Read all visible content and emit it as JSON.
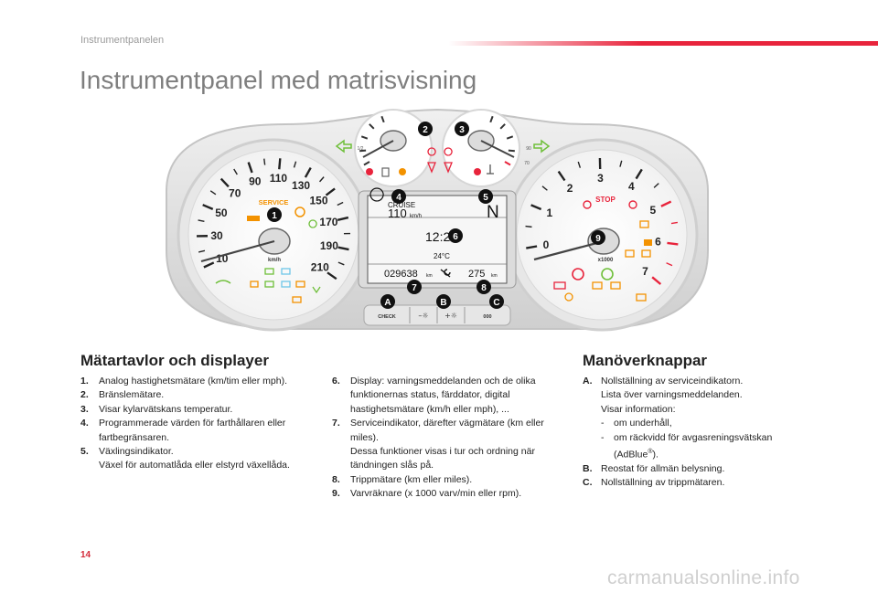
{
  "running_head": "Instrumentpanelen",
  "title": "Instrumentpanel med matrisvisning",
  "cluster": {
    "speed_ticks": [
      "10",
      "30",
      "50",
      "70",
      "90",
      "110",
      "130",
      "150",
      "170",
      "190",
      "210"
    ],
    "speed_unit": "km/h",
    "service_label": "SERVICE",
    "rpm_ticks": [
      "0",
      "1",
      "2",
      "3",
      "4",
      "5",
      "6",
      "7"
    ],
    "rpm_unit": "x1000",
    "stop_label": "STOP",
    "fuel_marks": [
      "0",
      "1/2"
    ],
    "temp_marks": [
      "90",
      "70"
    ],
    "display": {
      "cruise_label": "CRUISE",
      "cruise_value": "110",
      "cruise_unit": "km/h",
      "gear": "N",
      "time": "12:25",
      "temperature": "24°C",
      "odometer": "029638",
      "odometer_unit": "km",
      "service_distance": "275",
      "service_unit": "km"
    },
    "buttons": {
      "check": "CHECK",
      "minus": "–☼",
      "plus": "+☼",
      "reset": "000"
    },
    "callouts": [
      "1",
      "2",
      "3",
      "4",
      "5",
      "6",
      "7",
      "8",
      "9",
      "A",
      "B",
      "C"
    ]
  },
  "section_left": {
    "heading": "Mätartavlor och displayer",
    "items": [
      {
        "num": "1.",
        "text": "Analog hastighetsmätare (km/tim eller mph)."
      },
      {
        "num": "2.",
        "text": "Bränslemätare."
      },
      {
        "num": "3.",
        "text": "Visar kylarvätskans temperatur."
      },
      {
        "num": "4.",
        "text": "Programmerade värden för farthållaren eller fartbegränsaren."
      },
      {
        "num": "5.",
        "text": "Växlingsindikator.",
        "extra": "Växel för automatlåda eller elstyrd växellåda."
      }
    ]
  },
  "section_mid": {
    "items": [
      {
        "num": "6.",
        "text": "Display: varningsmeddelanden och de olika funktionernas status, färddator, digital hastighetsmätare (km/h eller mph), ..."
      },
      {
        "num": "7.",
        "text": "Serviceindikator, därefter vägmätare (km eller miles).",
        "extra": "Dessa funktioner visas i tur och ordning när tändningen slås på."
      },
      {
        "num": "8.",
        "text": "Trippmätare (km eller miles)."
      },
      {
        "num": "9.",
        "text": "Varvräknare (x 1000 varv/min eller rpm)."
      }
    ]
  },
  "section_right": {
    "heading": "Manöverknappar",
    "item_a_num": "A.",
    "item_a_line1": "Nollställning av serviceindikatorn.",
    "item_a_line2": "Lista över varningsmeddelanden.",
    "item_a_line3": "Visar information:",
    "item_a_sub1": "om underhåll,",
    "item_a_sub2_pre": "om räckvidd för avgasreningsvätskan (AdBlue",
    "item_a_sub2_reg": "®",
    "item_a_sub2_post": ").",
    "item_b_num": "B.",
    "item_b_text": "Reostat för allmän belysning.",
    "item_c_num": "C.",
    "item_c_text": "Nollställning av trippmätaren."
  },
  "page_number": "14",
  "watermark": "carmanualsonline.info",
  "colors": {
    "accent_red": "#e8243c",
    "warning_orange": "#f39200",
    "indicator_green": "#6fbf3a",
    "callout_black": "#111111",
    "cyan_light": "#6ec6e8"
  }
}
